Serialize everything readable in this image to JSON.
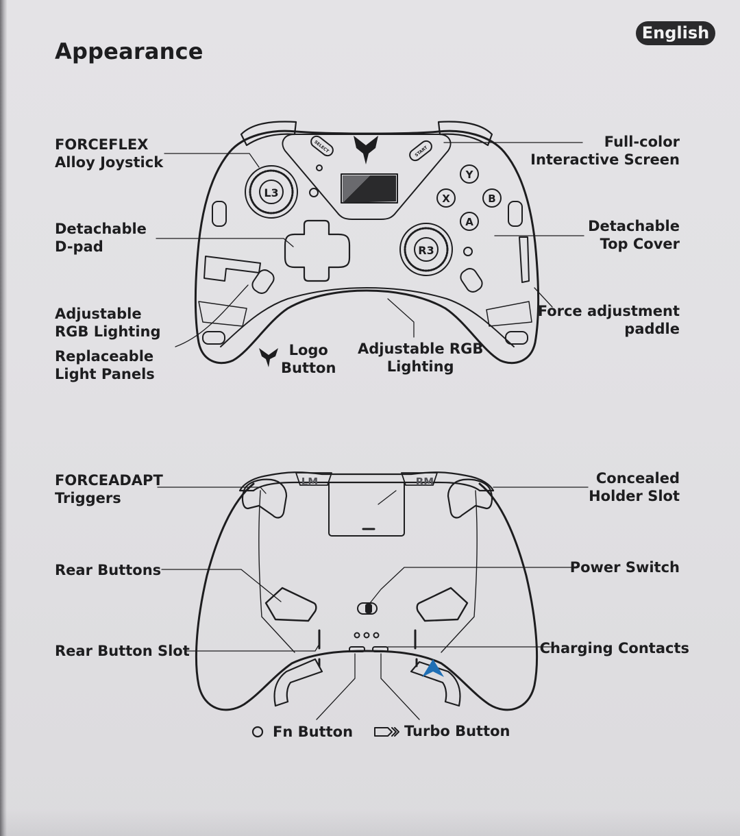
{
  "page": {
    "title": "Appearance",
    "language_badge": "English"
  },
  "front_view": {
    "controller_labels": {
      "l3": "L3",
      "r3": "R3",
      "select": "SELECT",
      "start": "START",
      "y": "Y",
      "x": "X",
      "b": "B",
      "a": "A"
    },
    "callouts": {
      "joystick": [
        "FORCEFLEX",
        "Alloy Joystick"
      ],
      "dpad": [
        "Detachable",
        "D-pad"
      ],
      "rgb_left": [
        "Adjustable",
        "RGB Lighting"
      ],
      "light_panels": [
        "Replaceable",
        "Light Panels"
      ],
      "logo_button": [
        "Logo",
        "Button"
      ],
      "rgb_bottom": [
        "Adjustable RGB",
        "Lighting"
      ],
      "screen": [
        "Full-color",
        "Interactive Screen"
      ],
      "top_cover": [
        "Detachable",
        "Top Cover"
      ],
      "paddle": [
        "Force adjustment",
        "paddle"
      ]
    }
  },
  "rear_view": {
    "controller_labels": {
      "lm": "LM",
      "rm": "RM"
    },
    "callouts": {
      "triggers": [
        "FORCEADAPT",
        "Triggers"
      ],
      "rear_buttons": "Rear Buttons",
      "rear_button_slot": "Rear Button Slot",
      "holder_slot": [
        "Concealed",
        "Holder Slot"
      ],
      "power_switch": "Power Switch",
      "charging_contacts": "Charging Contacts"
    },
    "legend": {
      "fn": "Fn Button",
      "turbo": "Turbo Button"
    }
  },
  "colors": {
    "paper": "#e2e1e4",
    "ink": "#1d1d1f",
    "accent_arrow": "#1f6fb5"
  }
}
